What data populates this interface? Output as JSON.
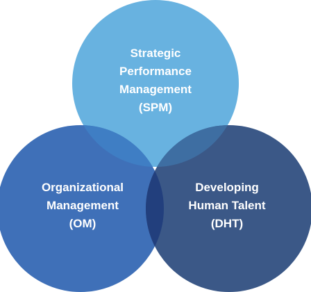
{
  "colors": {
    "spm": "#68b2e0",
    "om": "#3f70b8",
    "dht": "#3b5887",
    "overlap_spm_om": "#3f7ec4",
    "overlap_spm_dht": "#3e6ea2",
    "overlap_om_dht": "#223f7d",
    "text": "#ffffff"
  },
  "circles": {
    "spm": {
      "lines": [
        "Strategic",
        "Performance",
        "Management",
        "(SPM)"
      ]
    },
    "om": {
      "lines": [
        "Organizational",
        "Management",
        "(OM)"
      ]
    },
    "dht": {
      "lines": [
        "Developing",
        "Human Talent",
        "(DHT)"
      ]
    }
  }
}
